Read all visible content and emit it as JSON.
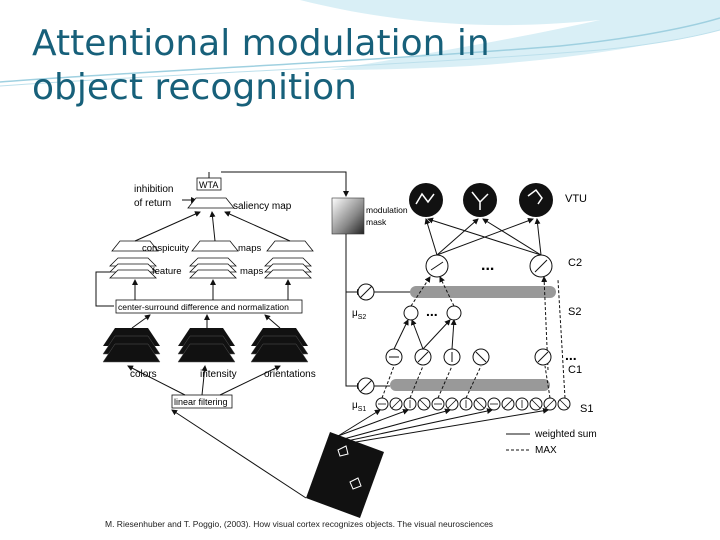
{
  "slide": {
    "title_line1": "Attentional modulation  in",
    "title_line2": "object recognition",
    "citation": "M. Riesenhuber and T. Poggio, (2003). How visual cortex recognizes objects. The visual neurosciences"
  },
  "figure": {
    "wta": "WTA",
    "inhibition": "inhibition",
    "of_return": "of return",
    "saliency_map": "saliency map",
    "modulation": "modulation",
    "mask": "mask",
    "conspicuity": "conspicuity",
    "feature": "feature",
    "maps": "maps",
    "csd": "center-surround difference and normalization",
    "colors": "colors",
    "intensity": "intensity",
    "orientations": "orientations",
    "linear_filtering": "linear filtering",
    "vtu": "VTU",
    "c2": "C2",
    "s2": "S2",
    "c1": "C1",
    "s1": "S1",
    "mu_s2": "μ",
    "mu_s2_sub": "S2",
    "mu_s1": "μ",
    "mu_s1_sub": "S1",
    "ellipsis": "...",
    "legend_weighted_sum": "weighted sum",
    "legend_max": "MAX"
  },
  "colors": {
    "title": "#17607a",
    "decoration": "#cfeaf3"
  }
}
